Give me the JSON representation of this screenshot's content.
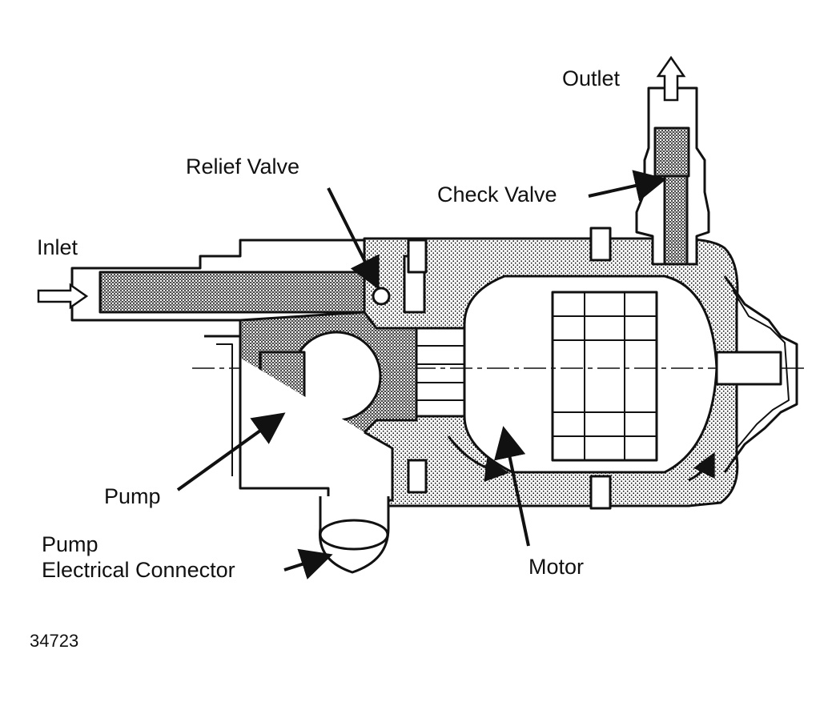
{
  "diagram": {
    "labels": {
      "outlet": "Outlet",
      "relief_valve": "Relief Valve",
      "check_valve": "Check Valve",
      "inlet": "Inlet",
      "pump": "Pump",
      "pump_connector_line1": "Pump",
      "pump_connector_line2": "Electrical Connector",
      "motor": "Motor"
    },
    "figure_number": "34723"
  },
  "colors": {
    "ink": "#111111",
    "fill": "#ffffff",
    "stipple": "#111111"
  }
}
